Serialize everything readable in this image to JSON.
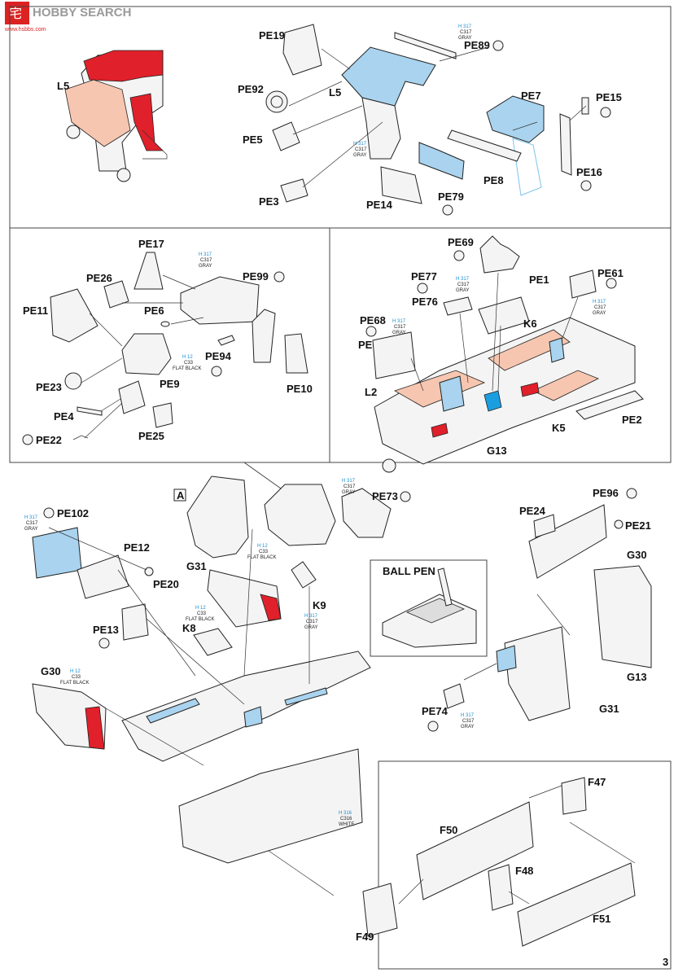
{
  "watermark": {
    "brand": "HOBBY SEARCH",
    "logo_text": "宅",
    "site": "www.hsbbs.com"
  },
  "page_number": "3",
  "step_marker": "A",
  "inset": {
    "title": "BALL PEN"
  },
  "paint": {
    "gray_h": "H 317",
    "gray_c": "C317",
    "gray_name": "GRAY",
    "black_h": "H 12",
    "black_c": "C33",
    "black_name": "FLAT BLACK",
    "white_h": "H 316",
    "white_c": "C316",
    "white_name": "WHITE"
  },
  "labels": {
    "L5a": "L5",
    "L5b": "L5",
    "PE19": "PE19",
    "PE89": "PE89",
    "PE92": "PE92",
    "PE5": "PE5",
    "PE3": "PE3",
    "PE7": "PE7",
    "PE15": "PE15",
    "PE8": "PE8",
    "PE16": "PE16",
    "PE14": "PE14",
    "PE79": "PE79",
    "PE17": "PE17",
    "PE99": "PE99",
    "PE26": "PE26",
    "PE6": "PE6",
    "PE11": "PE11",
    "PE94": "PE94",
    "PE23": "PE23",
    "PE9": "PE9",
    "PE10": "PE10",
    "PE4": "PE4",
    "PE22": "PE22",
    "PE25": "PE25",
    "PE69": "PE69",
    "PE77": "PE77",
    "PE1": "PE1",
    "PE61": "PE61",
    "PE76": "PE76",
    "PE68": "PE68",
    "PE67": "PE67",
    "K6": "K6",
    "L2": "L2",
    "K5": "K5",
    "PE2": "PE2",
    "G13a": "G13",
    "PE102": "PE102",
    "PE12": "PE12",
    "PE20": "PE20",
    "G31a": "G31",
    "PE73": "PE73",
    "K9": "K9",
    "PE13": "PE13",
    "K8": "K8",
    "G30a": "G30",
    "PE96": "PE96",
    "PE24": "PE24",
    "PE21": "PE21",
    "G30b": "G30",
    "G13b": "G13",
    "G31b": "G31",
    "PE74": "PE74",
    "F47": "F47",
    "F50": "F50",
    "F48": "F48",
    "F49": "F49",
    "F51": "F51"
  }
}
